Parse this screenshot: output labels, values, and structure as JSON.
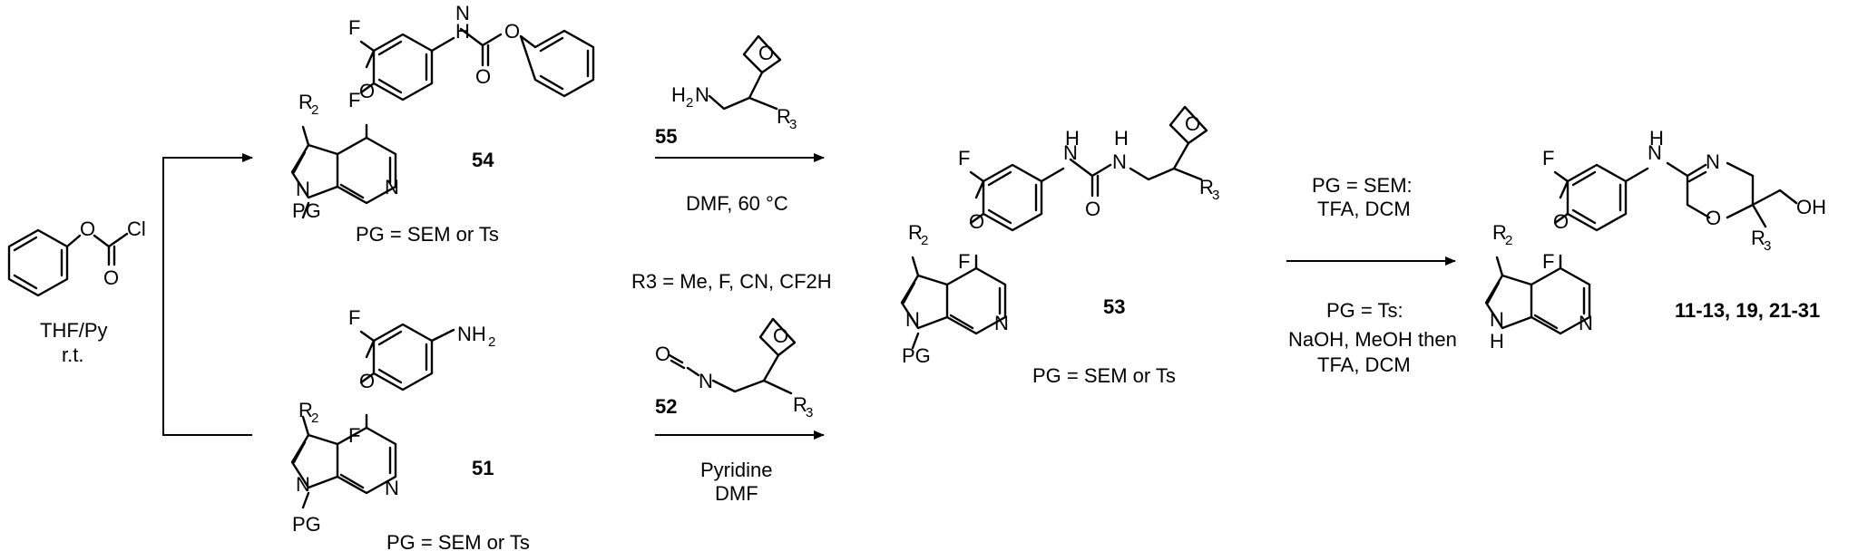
{
  "reagent": {
    "line1": "THF/Py",
    "line2": "r.t."
  },
  "cpd54": {
    "label": "54",
    "pg": "PG = SEM or Ts"
  },
  "cpd51": {
    "label": "51",
    "pg": "PG = SEM or Ts"
  },
  "cpd53": {
    "label": "53",
    "pg": "PG = SEM or Ts"
  },
  "cpd_final": {
    "label": "11-13, 19, 21-31"
  },
  "step_top": {
    "reagent_label": "55",
    "cond": "DMF, 60 °C"
  },
  "r3_note": "R3 = Me, F, CN, CF2H",
  "step_bottom": {
    "reagent_label": "52",
    "cond1": "Pyridine",
    "cond2": "DMF"
  },
  "deprotect": {
    "sem_line1": "PG = SEM:",
    "sem_line2": "TFA, DCM",
    "ts_line1": "PG = Ts:",
    "ts_line2": "NaOH, MeOH then",
    "ts_line3": "TFA, DCM"
  },
  "atoms": {
    "O": "O",
    "Cl": "Cl",
    "F": "F",
    "N": "N",
    "H": "H",
    "PG": "PG",
    "R": "R",
    "s2": "2",
    "s3": "3",
    "NH2": "NH",
    "NH": "NH",
    "H2N": "H",
    "OH": "OH"
  }
}
